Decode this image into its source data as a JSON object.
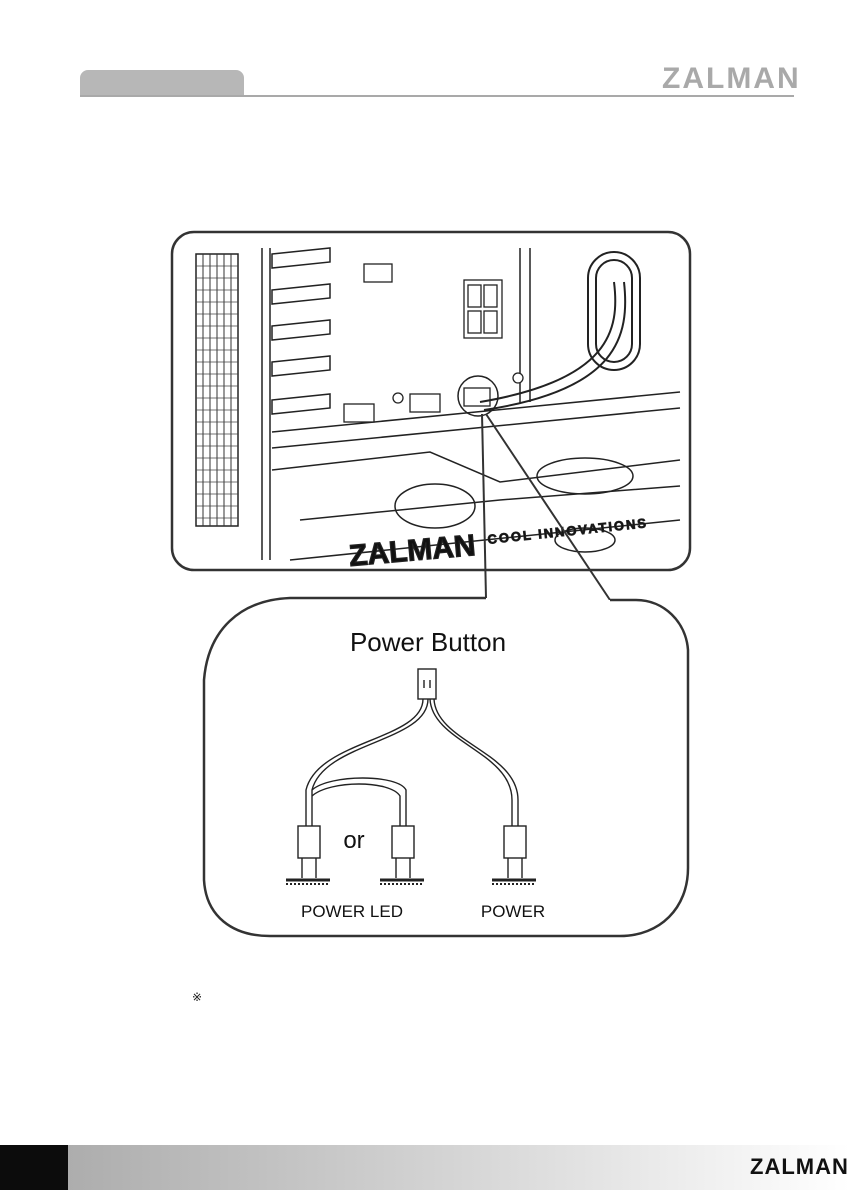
{
  "brand": {
    "logo_text": "ZALMAN"
  },
  "figure": {
    "case_brand": "ZALMAN",
    "case_slogan": "COOL INNOVATIONS",
    "callout_title": "Power Button",
    "or_label": "or",
    "power_led_label": "POWER LED",
    "power_label": "POWER"
  },
  "note": {
    "symbol": "※"
  },
  "footer": {
    "logo_text": "ZALMAN"
  }
}
